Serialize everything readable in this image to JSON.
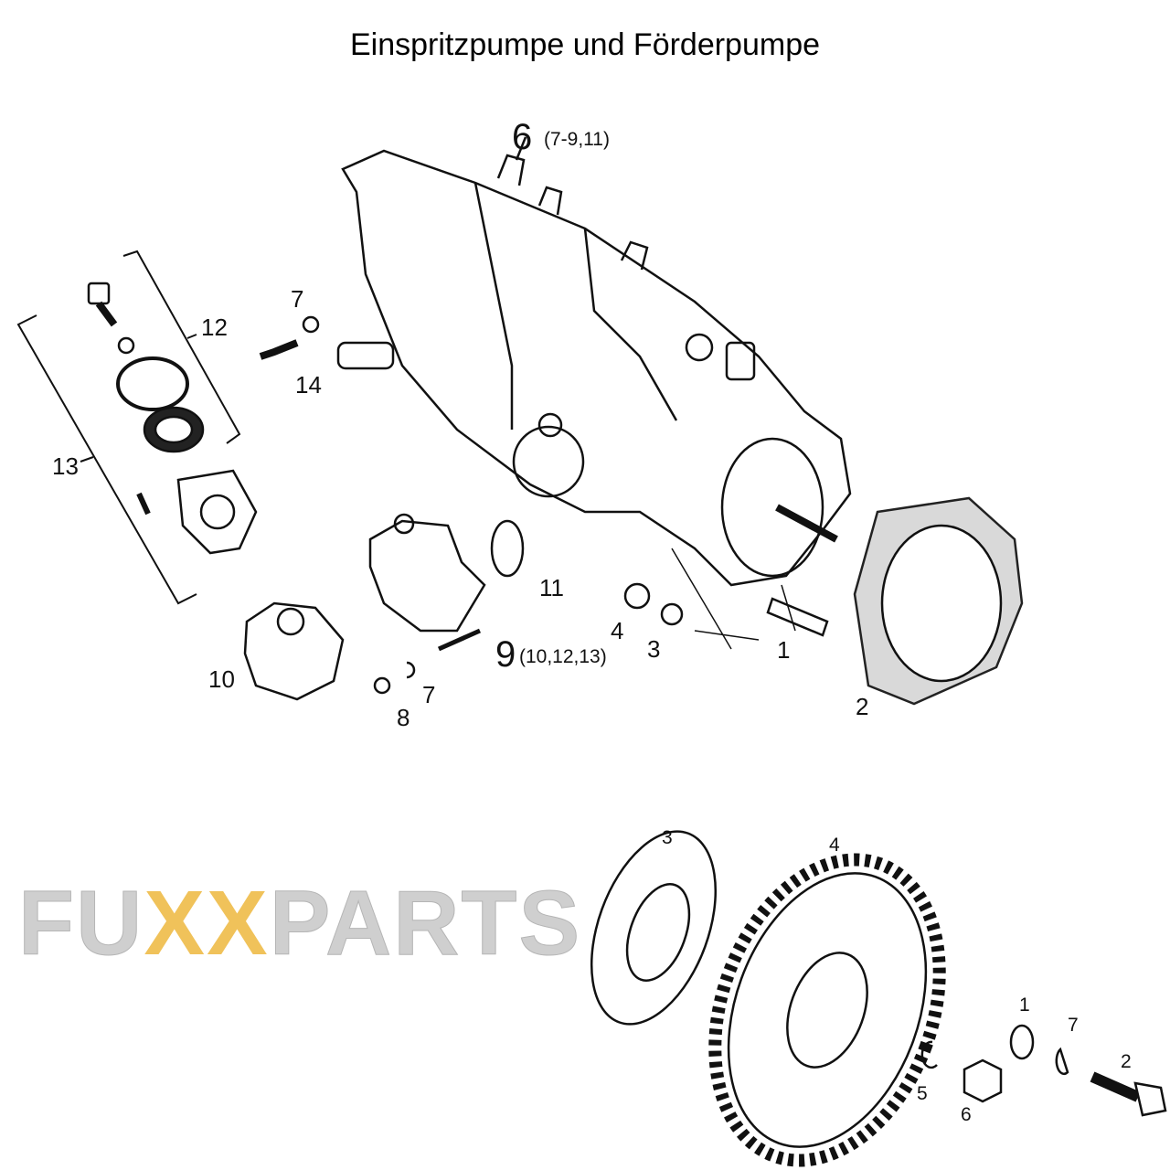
{
  "title": "Einspritzpumpe und Förderpumpe",
  "watermark": {
    "left": "FU",
    "xx": "XX",
    "right": "PARTS"
  },
  "upper_callouts": {
    "c6": "6",
    "c6_sub": "(7-9,11)",
    "c7a": "7",
    "c12": "12",
    "c14": "14",
    "c13": "13",
    "c11": "11",
    "c4": "4",
    "c3": "3",
    "c1": "1",
    "c9": "9",
    "c9_sub": "(10,12,13)",
    "c10": "10",
    "c7b": "7",
    "c8": "8",
    "c2": "2"
  },
  "lower_callouts": {
    "c3": "3",
    "c4": "4",
    "c1": "1",
    "c7": "7",
    "c2": "2",
    "c5": "5",
    "c6": "6"
  }
}
